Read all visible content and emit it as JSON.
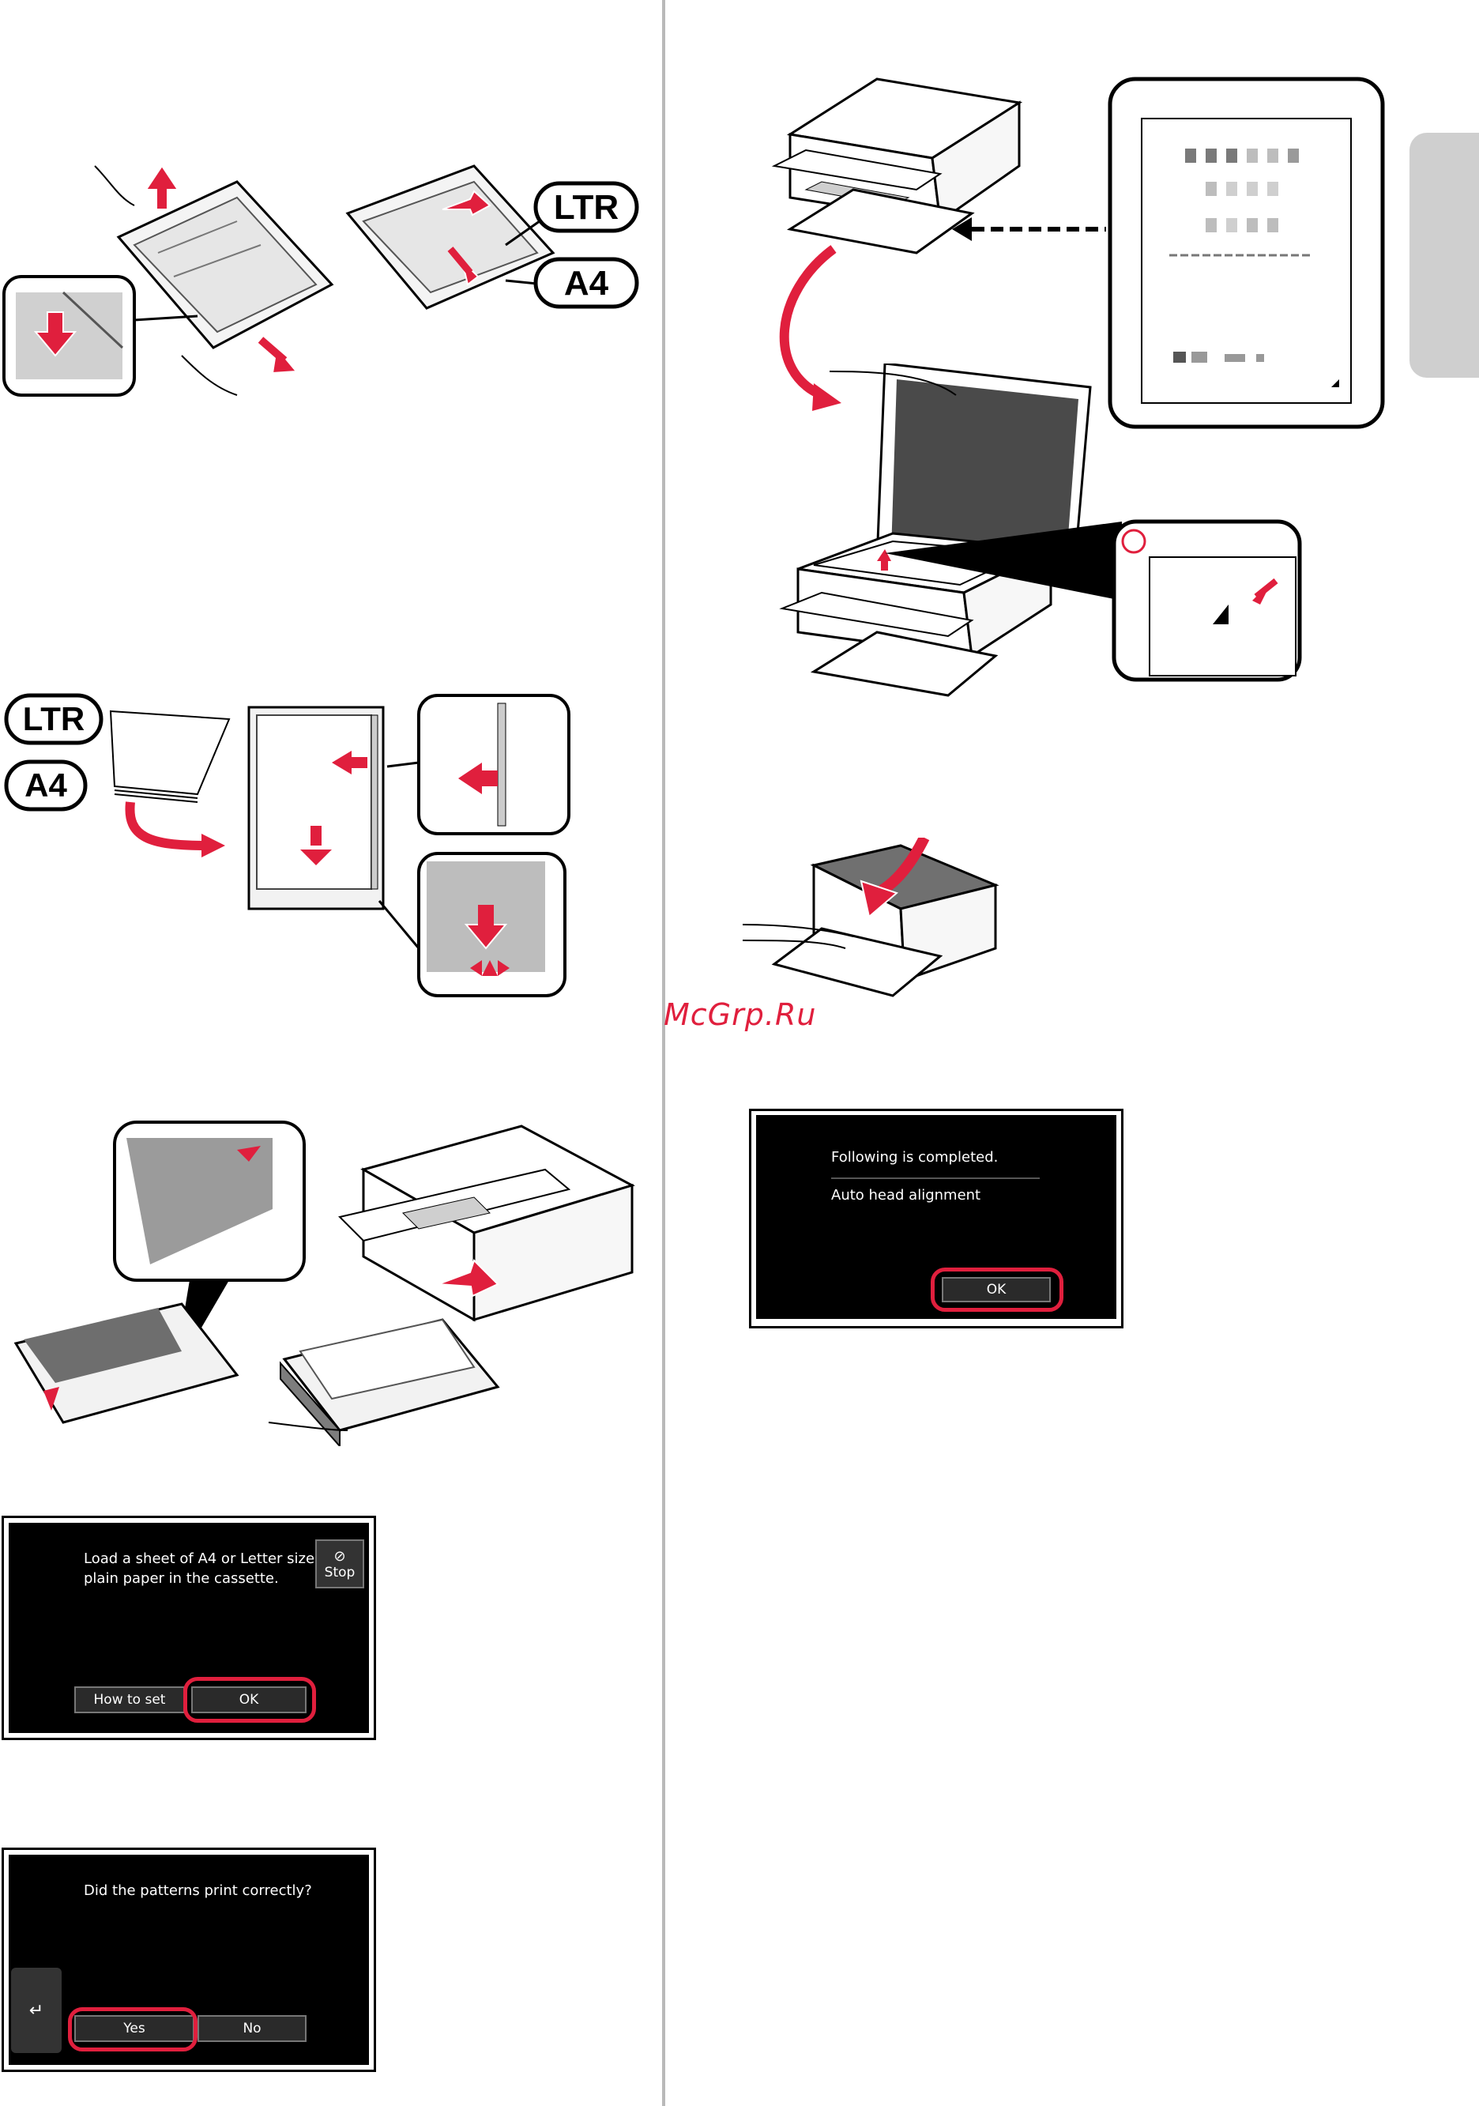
{
  "labels": {
    "ltr": "LTR",
    "a4": "A4"
  },
  "watermark": "McGrp.Ru",
  "screen_load_paper": {
    "message": "Load a sheet of A4 or Letter size\nplain paper in the cassette.",
    "stop_label": "Stop",
    "how_to_set_label": "How to set",
    "ok_label": "OK"
  },
  "screen_patterns": {
    "message": "Did the patterns print correctly?",
    "yes_label": "Yes",
    "no_label": "No",
    "back_icon": "↵"
  },
  "screen_completed": {
    "message": "Following is completed.",
    "item": "Auto head alignment",
    "ok_label": "OK"
  },
  "colors": {
    "accent": "#e01f3d",
    "screen_bg": "#000000",
    "side_tab": "#cfcfcf"
  }
}
